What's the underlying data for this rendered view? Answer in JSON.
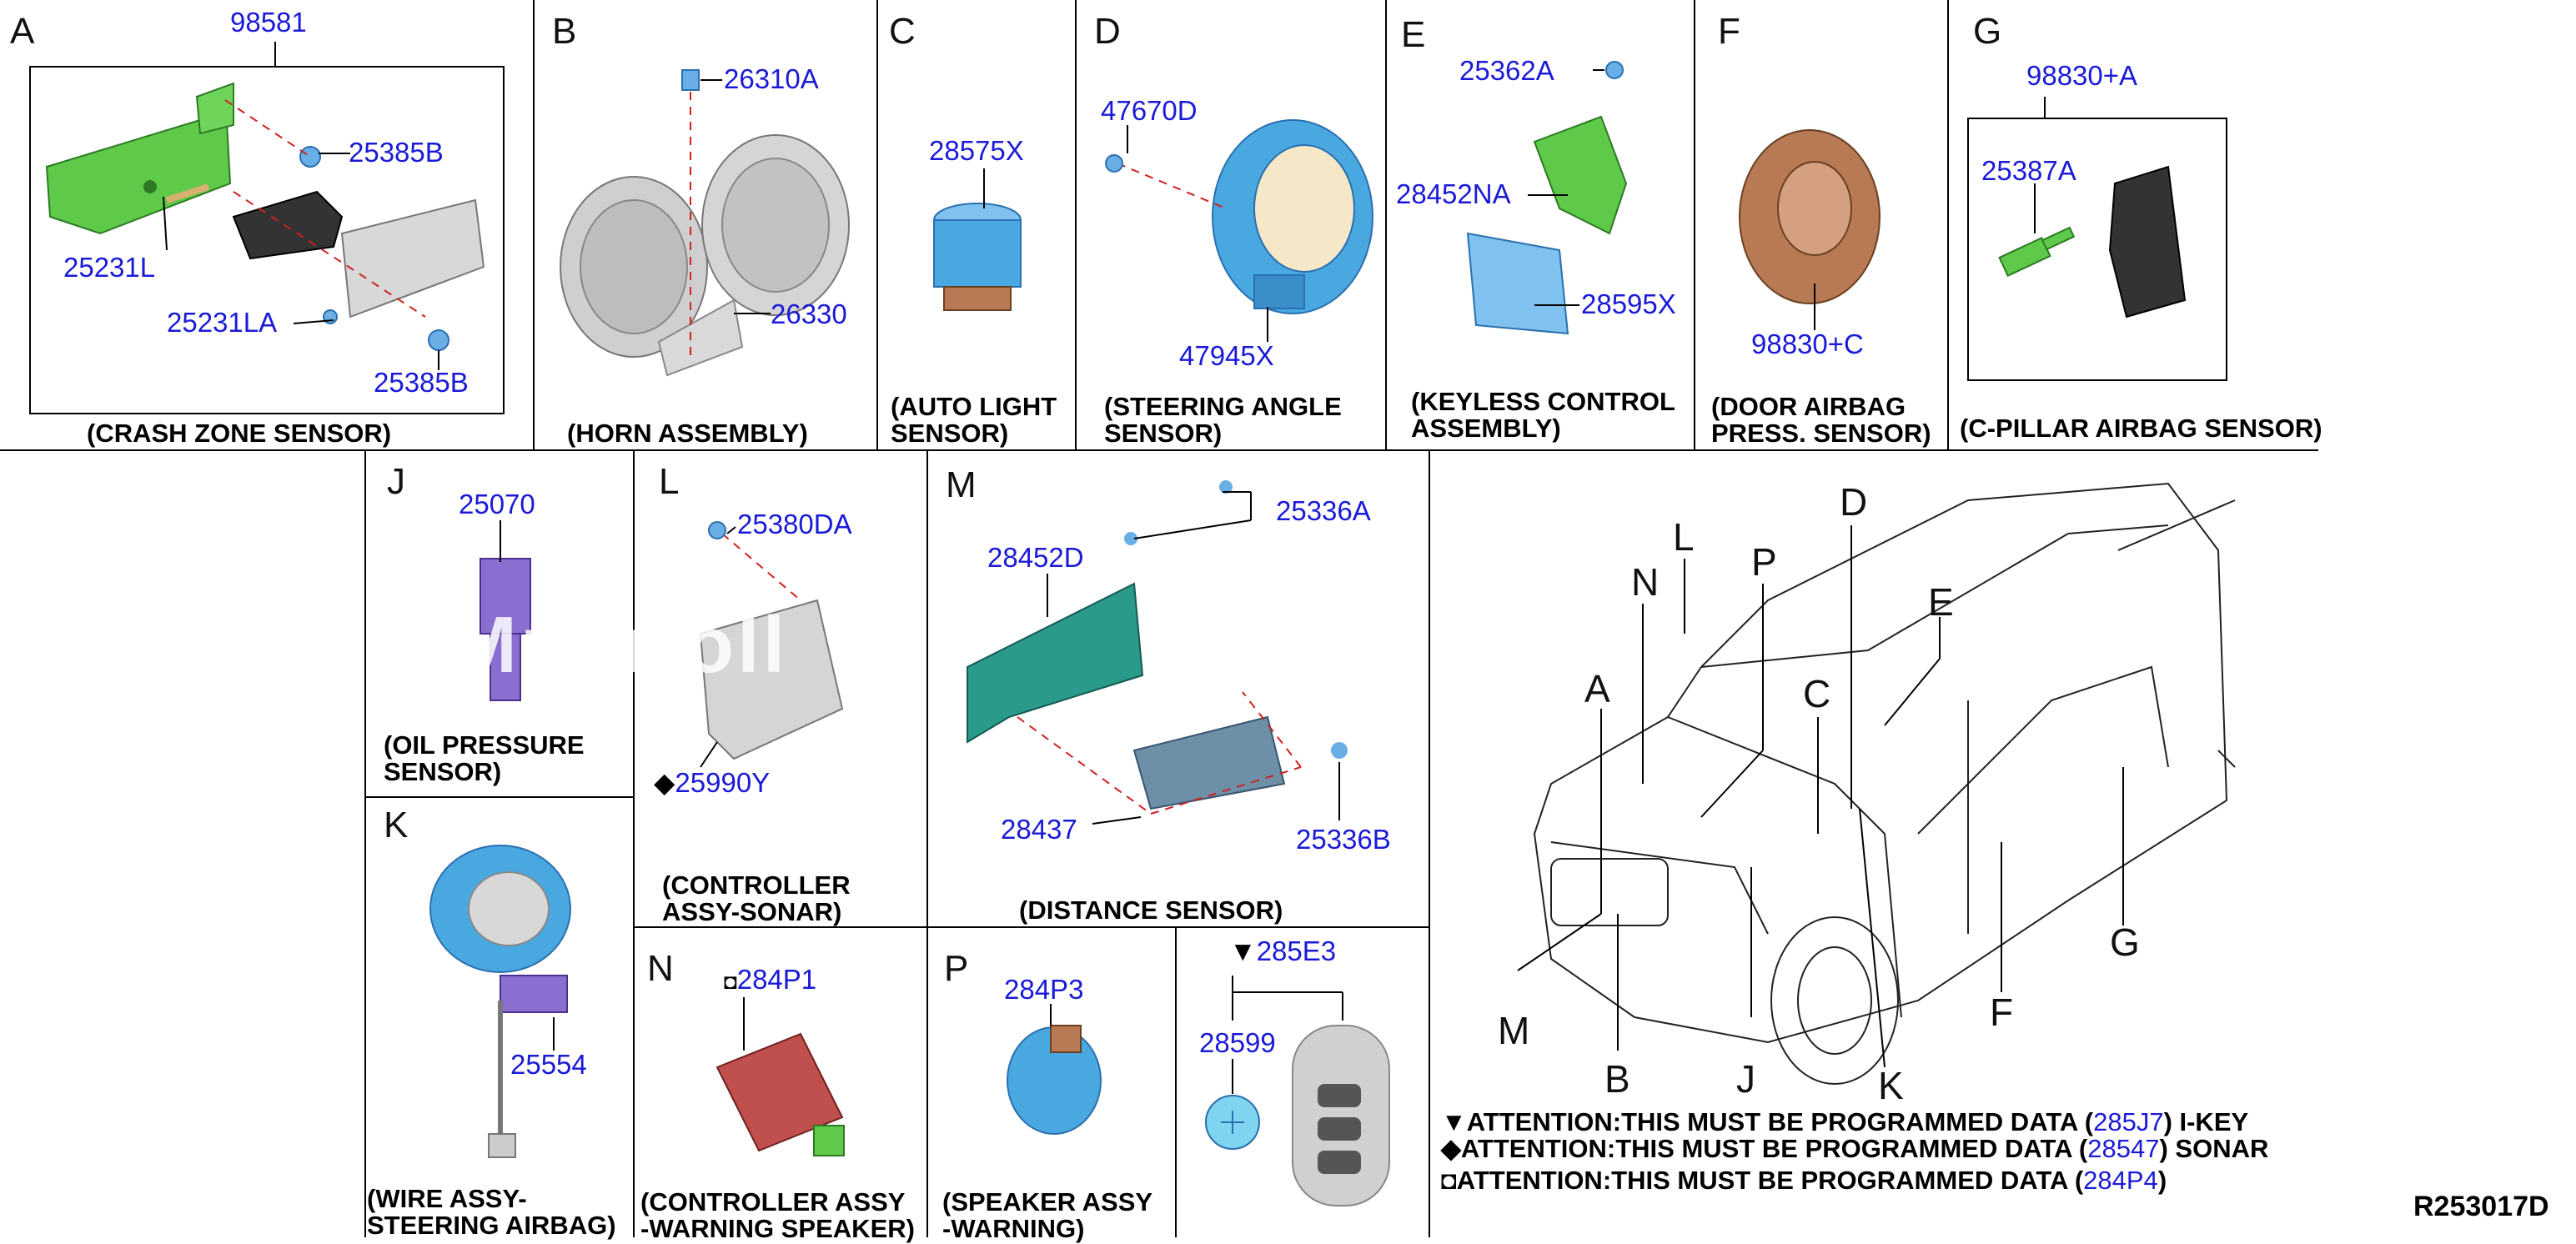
{
  "sections": {
    "A": {
      "letter": "A",
      "caption": "(CRASH ZONE SENSOR)",
      "parts": [
        "98581",
        "25385B",
        "25231L",
        "25231LA",
        "25385B"
      ]
    },
    "B": {
      "letter": "B",
      "caption": "(HORN ASSEMBLY)",
      "parts": [
        "26310A",
        "26330"
      ]
    },
    "C": {
      "letter": "C",
      "caption": "(AUTO LIGHT\nSENSOR)",
      "parts": [
        "28575X"
      ]
    },
    "D": {
      "letter": "D",
      "caption": "(STEERING ANGLE\nSENSOR)",
      "parts": [
        "47670D",
        "47945X"
      ]
    },
    "E": {
      "letter": "E",
      "caption": "(KEYLESS CONTROL\nASSEMBLY)",
      "parts": [
        "25362A",
        "28452NA",
        "28595X"
      ]
    },
    "F": {
      "letter": "F",
      "caption": "(DOOR AIRBAG\nPRESS. SENSOR)",
      "parts": [
        "98830+C"
      ]
    },
    "G": {
      "letter": "G",
      "caption": "(C-PILLAR AIRBAG SENSOR)",
      "parts": [
        "98830+A",
        "25387A"
      ]
    },
    "J": {
      "letter": "J",
      "caption": "(OIL PRESSURE\nSENSOR)",
      "parts": [
        "25070"
      ]
    },
    "K": {
      "letter": "K",
      "caption": "(WIRE ASSY-\nSTEERING AIRBAG)",
      "parts": [
        "25554"
      ]
    },
    "L": {
      "letter": "L",
      "caption": "(CONTROLLER\nASSY-SONAR)",
      "parts": [
        "25380DA",
        "25990Y"
      ]
    },
    "M": {
      "letter": "M",
      "caption": "(DISTANCE SENSOR)",
      "parts": [
        "25336A",
        "28452D",
        "28437",
        "25336B"
      ]
    },
    "N": {
      "letter": "N",
      "caption": "(CONTROLLER ASSY\n-WARNING SPEAKER)",
      "parts": [
        "284P1"
      ]
    },
    "P": {
      "letter": "P",
      "caption": "(SPEAKER ASSY\n-WARNING)",
      "parts": [
        "284P3"
      ]
    },
    "Q": {
      "parts": [
        "285E3",
        "28599"
      ]
    }
  },
  "vehicle_labels": [
    "N",
    "L",
    "P",
    "D",
    "E",
    "A",
    "C",
    "M",
    "B",
    "J",
    "K",
    "F",
    "G"
  ],
  "symbols": {
    "triangle": "▼",
    "diamond": "◆",
    "square": "◘"
  },
  "notes": [
    {
      "prefix": "ATTENTION:THIS MUST BE PROGRAMMED DATA (",
      "code": "285J7",
      "suffix": ") I-KEY"
    },
    {
      "prefix": "ATTENTION:THIS MUST BE PROGRAMMED DATA (",
      "code": "28547",
      "suffix": ") SONAR"
    },
    {
      "prefix": "ATTENTION:THIS MUST BE PROGRAMMED DATA (",
      "code": "284P4",
      "suffix": ")"
    }
  ],
  "reference": "R253017D",
  "watermark": "Mnartoll",
  "colors": {
    "part_number": "#1a1ad8",
    "callout_line": "#000000",
    "hidden_line": "#d02020",
    "green_part": "#5fc94a",
    "blue_part": "#4aa8e0",
    "copper_part": "#b87a55",
    "purple_part": "#8a6fd0",
    "red_part": "#c0504d",
    "grey_part": "#b8b8b8"
  }
}
